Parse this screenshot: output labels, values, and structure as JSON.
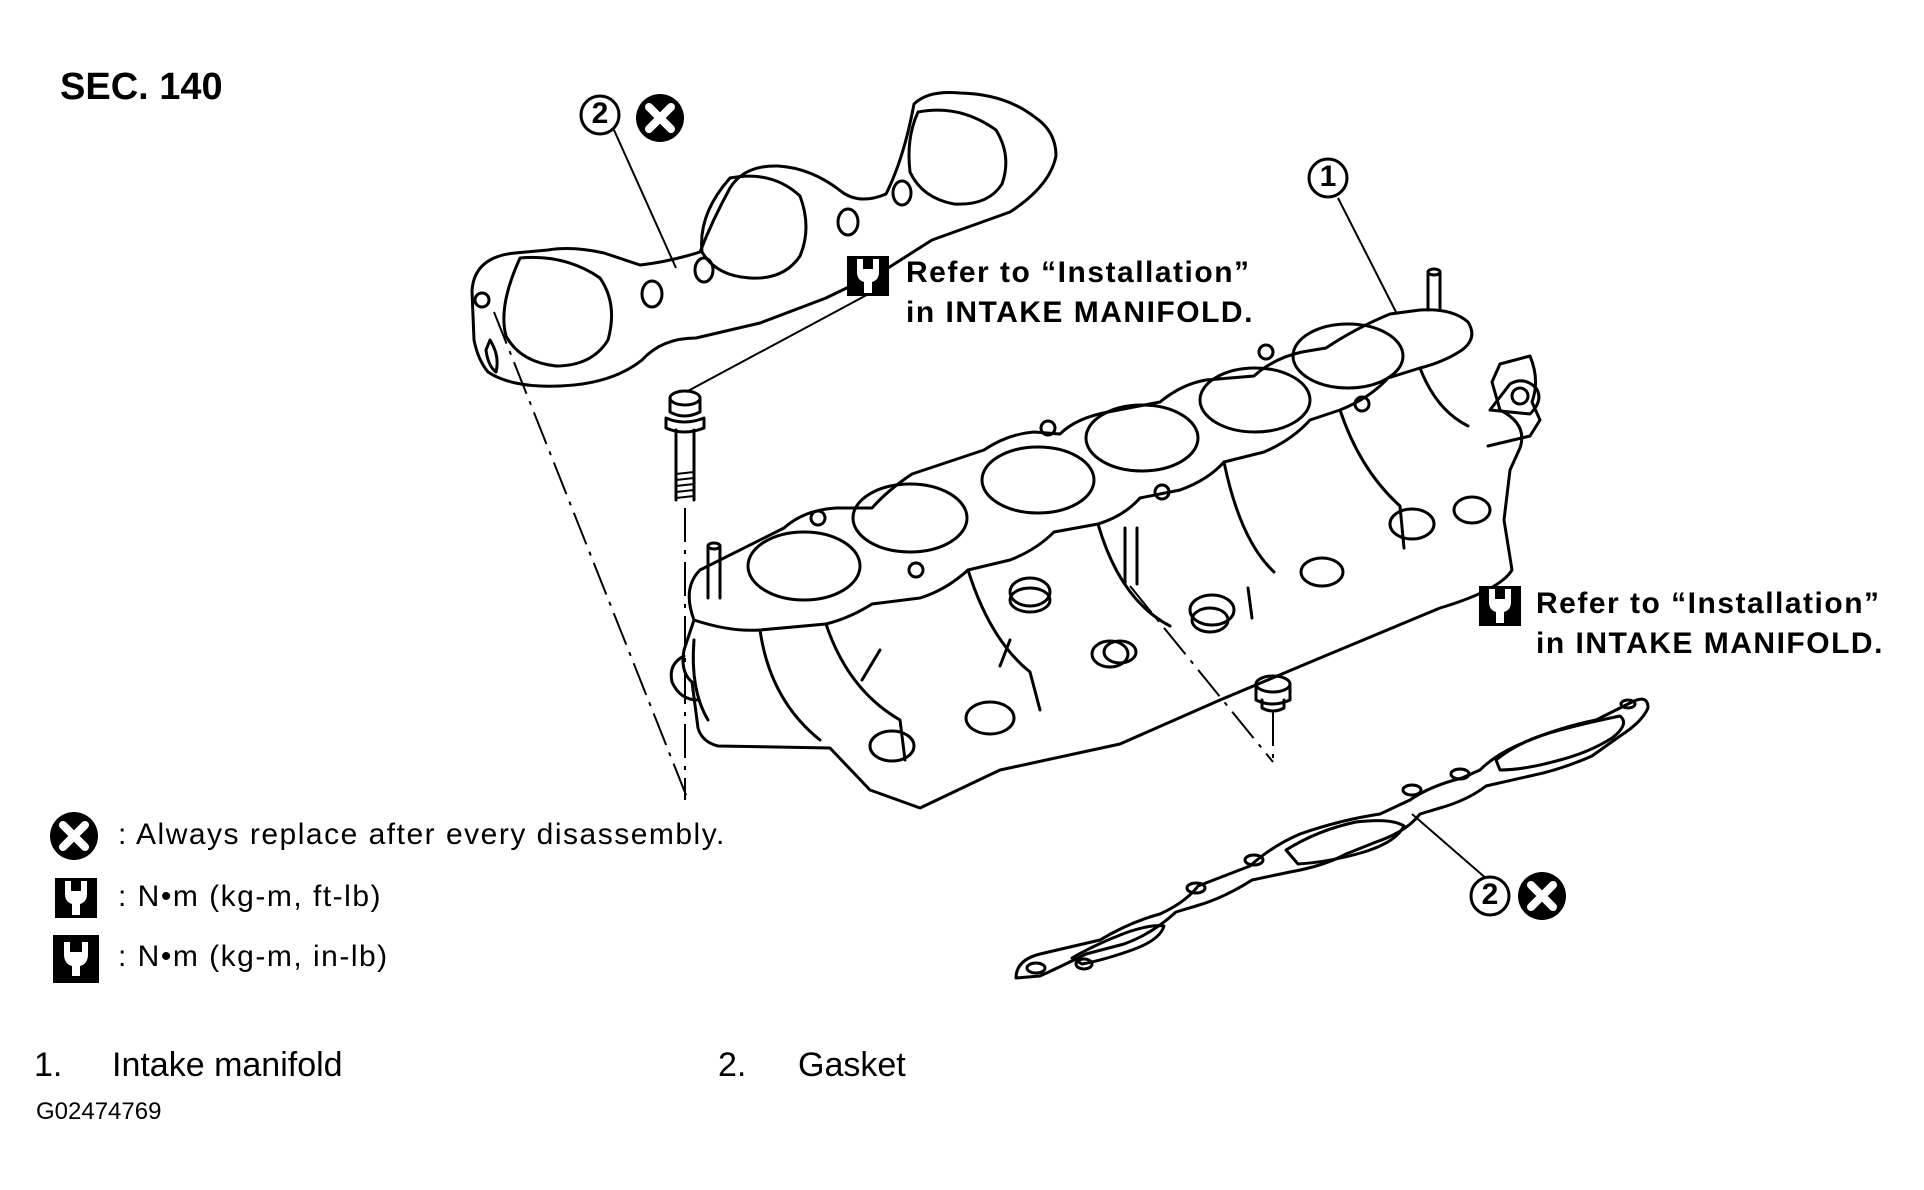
{
  "section": "SEC. 140",
  "callouts": {
    "part1": "1",
    "part2_upper": "2",
    "part2_lower": "2"
  },
  "notes": {
    "upper": {
      "line1": "Refer to “Installation”",
      "line2": "in INTAKE MANIFOLD."
    },
    "lower": {
      "line1": "Refer to “Installation”",
      "line2": "in INTAKE MANIFOLD."
    }
  },
  "legend": [
    {
      "icon": "always-replace-icon",
      "text": ": Always replace after every disassembly."
    },
    {
      "icon": "torque-ftlb-icon",
      "text": ":  N•m  (kg-m,  ft-lb)"
    },
    {
      "icon": "torque-inlb-icon",
      "text": ":  N•m  (kg-m,  in-lb)"
    }
  ],
  "parts": [
    {
      "number": "1.",
      "name": "Intake manifold"
    },
    {
      "number": "2.",
      "name": "Gasket"
    }
  ],
  "figure_id": "G02474769"
}
